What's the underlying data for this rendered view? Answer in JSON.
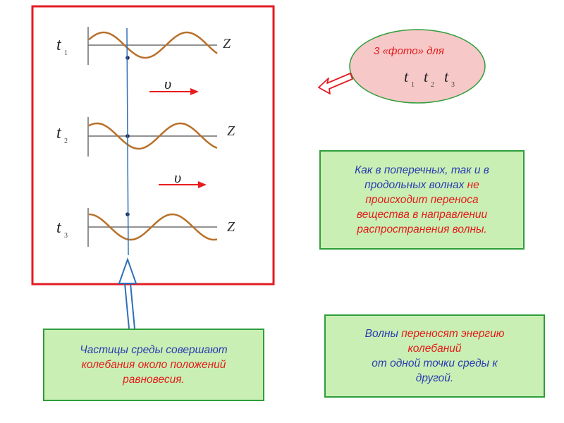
{
  "diagram": {
    "rows": [
      {
        "time_symbol": "t",
        "time_sub": "1",
        "axis_label": "Z"
      },
      {
        "time_symbol": "t",
        "time_sub": "2",
        "axis_label": "Z"
      },
      {
        "time_symbol": "t",
        "time_sub": "3",
        "axis_label": "Z"
      }
    ],
    "velocity_symbol": "υ",
    "photo_bubble": {
      "title": "3 «фото» для",
      "times": [
        {
          "symbol": "t",
          "sub": "1"
        },
        {
          "symbol": "t",
          "sub": "2"
        },
        {
          "symbol": "t",
          "sub": "3"
        }
      ]
    },
    "box_particles": {
      "line1": "Частицы среды совершают",
      "line2": "колебания около положений",
      "line3": "равновесия."
    },
    "box_transfer": {
      "line1": "Как в поперечных, так и в",
      "line2_a": "продольных волнах ",
      "line2_b": "не",
      "line3": "происходит переноса",
      "line4": "вещества в направлении",
      "line5": "распространения волны."
    },
    "box_energy": {
      "line1_a": "Волны ",
      "line1_b": "переносят энергию",
      "line2": "колебаний",
      "line3": "от одной точки среды к",
      "line4": "другой."
    },
    "colors": {
      "frame": "#e31b23",
      "wave": "#b8702a",
      "axis": "#6e6e6e",
      "vertical_line": "#2f6fb8",
      "velocity_arrow": "#e81c1c",
      "box_fill": "#c9efb4",
      "box_border": "#2e9e3a",
      "bubble_fill": "#f7c8c8",
      "bubble_border": "#2e9e3a"
    }
  }
}
